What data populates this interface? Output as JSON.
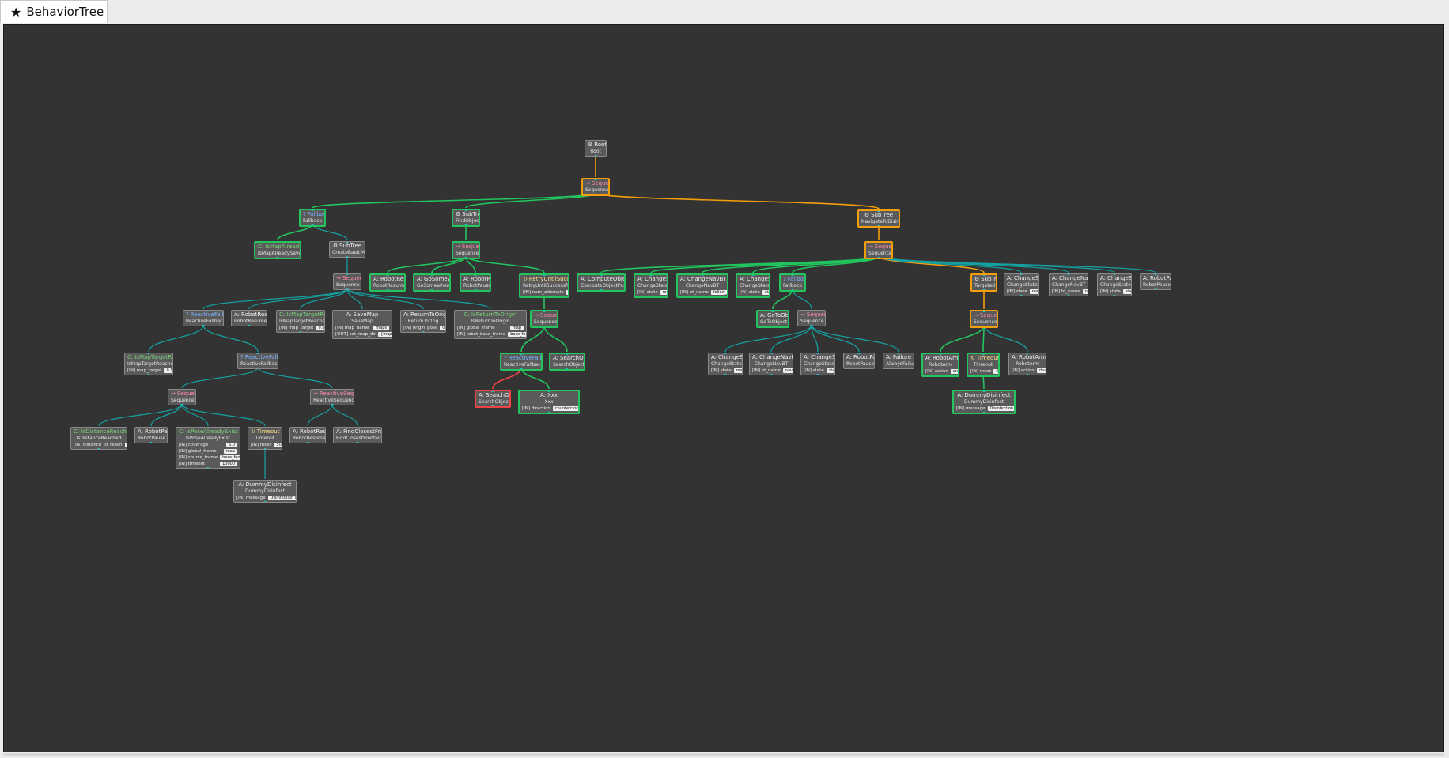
{
  "tab": {
    "icon": "star-icon",
    "glyph": "★",
    "label": "BehaviorTree"
  },
  "colors": {
    "edge_success": "#22c55e",
    "edge_running": "#f59e0b",
    "edge_failure": "#ef4444",
    "edge_idle": "#14a3a3",
    "canvas_background": "#333333",
    "node_background": "#5a5a5a",
    "port": "#19d3d3"
  },
  "nodes": [
    {
      "id": "root",
      "kind": "root",
      "head": "Root",
      "sub": "Root",
      "status": "idle"
    },
    {
      "id": "seq_main",
      "kind": "control",
      "head": "Sequence",
      "sub": "Sequence",
      "status": "running"
    },
    {
      "id": "fallback1",
      "kind": "fallback",
      "head": "Fallback",
      "sub": "Fallback",
      "status": "success"
    },
    {
      "id": "st_find",
      "kind": "subtree",
      "head": "SubTree",
      "sub": "FindObjects",
      "status": "success"
    },
    {
      "id": "st_nav",
      "kind": "subtree",
      "head": "SubTree",
      "sub": "NavigateToDisinfect",
      "status": "running"
    },
    {
      "id": "c_mapsaved",
      "kind": "condition",
      "head": "IsMapAlreadySaved",
      "sub": "IsMapAlreadySaved",
      "status": "success"
    },
    {
      "id": "st_createmap",
      "kind": "subtree",
      "head": "SubTree",
      "sub": "CreateBasicMap",
      "status": "idle"
    },
    {
      "id": "seq_find",
      "kind": "control",
      "head": "Sequence",
      "sub": "Sequence",
      "status": "success"
    },
    {
      "id": "seq_nav",
      "kind": "control",
      "head": "Sequence",
      "sub": "Sequence",
      "status": "running"
    },
    {
      "id": "seq_create",
      "kind": "control",
      "head": "Sequence",
      "sub": "Sequence",
      "status": "idle"
    },
    {
      "id": "a_resume_f",
      "kind": "action",
      "head": "RobotResume",
      "sub": "RobotResume",
      "status": "success"
    },
    {
      "id": "a_goso",
      "kind": "action",
      "head": "GoSomewhere",
      "sub": "GoSomewhere",
      "status": "success"
    },
    {
      "id": "a_pause_f",
      "kind": "action",
      "head": "RobotPause",
      "sub": "RobotPause",
      "status": "success"
    },
    {
      "id": "d_retry",
      "kind": "decorator",
      "head": "RetryUntilSuccessful",
      "sub": "RetryUntilSuccessful",
      "status": "success",
      "params": [
        {
          "k": "[IN] num_attempts",
          "v": "4"
        }
      ]
    },
    {
      "id": "a_cop",
      "kind": "action",
      "head": "ComputeObjectPose",
      "sub": "ComputeObjectPose",
      "status": "success"
    },
    {
      "id": "a_cs1",
      "kind": "action",
      "head": "ChangeState",
      "sub": "ChangeState",
      "status": "success",
      "params": [
        {
          "k": "[IN] state",
          "v": "reset"
        }
      ]
    },
    {
      "id": "a_cnbt1",
      "kind": "action",
      "head": "ChangeNavBT",
      "sub": "ChangeNavBT",
      "status": "success",
      "params": [
        {
          "k": "[IN] bt_name",
          "v": "follow_point"
        }
      ]
    },
    {
      "id": "a_cs2",
      "kind": "action",
      "head": "ChangeState",
      "sub": "ChangeState",
      "status": "success",
      "params": [
        {
          "k": "[IN] state",
          "v": "start"
        }
      ]
    },
    {
      "id": "fb_goto",
      "kind": "fallback",
      "head": "Fallback",
      "sub": "Fallback",
      "status": "success"
    },
    {
      "id": "st_target",
      "kind": "subtree",
      "head": "SubTree",
      "sub": "Targeted",
      "status": "running"
    },
    {
      "id": "a_cs3",
      "kind": "action",
      "head": "ChangeState",
      "sub": "ChangeState",
      "status": "idle",
      "params": [
        {
          "k": "[IN] state",
          "v": "reset"
        }
      ]
    },
    {
      "id": "a_cnbt2",
      "kind": "action",
      "head": "ChangeNavBT",
      "sub": "ChangeNavBT",
      "status": "idle",
      "params": [
        {
          "k": "[IN] bt_name",
          "v": "nav_bt"
        }
      ]
    },
    {
      "id": "a_cs4",
      "kind": "action",
      "head": "ChangeState",
      "sub": "ChangeState",
      "status": "idle",
      "params": [
        {
          "k": "[IN] state",
          "v": "start"
        }
      ]
    },
    {
      "id": "a_pause_n",
      "kind": "action",
      "head": "RobotPause",
      "sub": "RobotPause",
      "status": "idle"
    },
    {
      "id": "rf1",
      "kind": "fallback",
      "head": "ReactiveFallback",
      "sub": "ReactiveFallback",
      "status": "idle"
    },
    {
      "id": "a_resume_c",
      "kind": "action",
      "head": "RobotResume",
      "sub": "RobotResume",
      "status": "idle"
    },
    {
      "id": "c_target1",
      "kind": "condition",
      "head": "IsMapTargetReached",
      "sub": "IsMapTargetReached",
      "status": "idle",
      "params": [
        {
          "k": "[IN] map_target",
          "v": "0.50"
        }
      ]
    },
    {
      "id": "a_savemap",
      "kind": "action",
      "head": "SaveMap",
      "sub": "SaveMap",
      "status": "idle",
      "params": [
        {
          "k": "[IN] map_name",
          "v": "maps"
        },
        {
          "k": "[OUT] set_map_dir",
          "v": "{map_dir}"
        }
      ]
    },
    {
      "id": "a_rto",
      "kind": "action",
      "head": "ReturnToOrig",
      "sub": "ReturnToOrig",
      "status": "idle",
      "params": [
        {
          "k": "[IN] origin_pose",
          "v": "0;0;0"
        }
      ]
    },
    {
      "id": "c_retorig",
      "kind": "condition",
      "head": "IsReturnToOrigin",
      "sub": "IsReturnToOrigin",
      "status": "idle",
      "params": [
        {
          "k": "[IN] global_frame",
          "v": "map"
        },
        {
          "k": "[IN] robot_base_frame",
          "v": "base_footprint"
        }
      ]
    },
    {
      "id": "seq_retry",
      "kind": "control",
      "head": "Sequence",
      "sub": "Sequence",
      "status": "success"
    },
    {
      "id": "a_gotoobj",
      "kind": "action",
      "head": "GoToObject",
      "sub": "GoToObject",
      "status": "success"
    },
    {
      "id": "seq_goto",
      "kind": "control",
      "head": "Sequence",
      "sub": "Sequence",
      "status": "idle"
    },
    {
      "id": "seq_target",
      "kind": "control",
      "head": "Sequence",
      "sub": "Sequence",
      "status": "running"
    },
    {
      "id": "c_target2",
      "kind": "condition",
      "head": "IsMapTargetReached",
      "sub": "IsMapTargetReached",
      "status": "idle",
      "params": [
        {
          "k": "[IN] map_target",
          "v": "0.1"
        }
      ]
    },
    {
      "id": "rf2",
      "kind": "fallback",
      "head": "ReactiveFallback",
      "sub": "ReactiveFallback",
      "status": "idle"
    },
    {
      "id": "rf_search",
      "kind": "fallback",
      "head": "ReactiveFallback",
      "sub": "ReactiveFallback",
      "status": "success"
    },
    {
      "id": "a_search1",
      "kind": "action",
      "head": "SearchObject",
      "sub": "SearchObject",
      "status": "success"
    },
    {
      "id": "a_cs5",
      "kind": "action",
      "head": "ChangeState",
      "sub": "ChangeState",
      "status": "idle",
      "params": [
        {
          "k": "[IN] state",
          "v": "reset"
        }
      ]
    },
    {
      "id": "a_cnbt3",
      "kind": "action",
      "head": "ChangeNavBT",
      "sub": "ChangeNavBT",
      "status": "idle",
      "params": [
        {
          "k": "[IN] bt_name",
          "v": "nav_bt"
        }
      ]
    },
    {
      "id": "a_cs6",
      "kind": "action",
      "head": "ChangeState",
      "sub": "ChangeState",
      "status": "idle",
      "params": [
        {
          "k": "[IN] state",
          "v": "start"
        }
      ]
    },
    {
      "id": "a_pause_g",
      "kind": "action",
      "head": "RobotPause",
      "sub": "RobotPause",
      "status": "idle"
    },
    {
      "id": "a_alwaysfail",
      "kind": "action",
      "head": "Failure",
      "sub": "AlwaysFailure",
      "status": "idle"
    },
    {
      "id": "a_arm_en",
      "kind": "action",
      "head": "RobotArm",
      "sub": "RobotArm",
      "status": "success",
      "params": [
        {
          "k": "[IN] action",
          "v": "enable"
        }
      ]
    },
    {
      "id": "d_timeout_t",
      "kind": "decorator",
      "head": "Timeout",
      "sub": "Timeout",
      "status": "success",
      "params": [
        {
          "k": "[IN] msec",
          "v": "5000"
        }
      ]
    },
    {
      "id": "a_arm_dis",
      "kind": "action",
      "head": "RobotArm",
      "sub": "RobotArm",
      "status": "idle",
      "params": [
        {
          "k": "[IN] action",
          "v": "disable"
        }
      ]
    },
    {
      "id": "seq_cov",
      "kind": "control",
      "head": "Sequence",
      "sub": "Sequence",
      "status": "idle"
    },
    {
      "id": "rs",
      "kind": "control",
      "head": "ReactiveSequence",
      "sub": "ReactiveSequence",
      "status": "idle"
    },
    {
      "id": "a_search2",
      "kind": "action",
      "head": "SearchObject",
      "sub": "SearchObject",
      "status": "failure"
    },
    {
      "id": "a_xx",
      "kind": "action",
      "head": "Xxx",
      "sub": "Xxx",
      "status": "success",
      "params": [
        {
          "k": "[IN] direction",
          "v": "counterclockwise"
        }
      ]
    },
    {
      "id": "a_dd1",
      "kind": "action",
      "head": "DummyDisinfect",
      "sub": "DummyDisinfect",
      "status": "success",
      "params": [
        {
          "k": "[IN] message",
          "v": "Disinfection Mode!"
        }
      ]
    },
    {
      "id": "c_dist",
      "kind": "condition",
      "head": "IsDistanceReached",
      "sub": "IsDistanceReached",
      "status": "idle",
      "params": [
        {
          "k": "[IN] distance_to_reach",
          "v": "1.0"
        }
      ]
    },
    {
      "id": "a_pause_c",
      "kind": "action",
      "head": "RobotPause",
      "sub": "RobotPause",
      "status": "idle"
    },
    {
      "id": "c_pose",
      "kind": "condition",
      "head": "IsPoseAlreadyExist",
      "sub": "IsPoseAlreadyExist",
      "status": "idle",
      "params": [
        {
          "k": "[IN] coverage",
          "v": "5.0"
        },
        {
          "k": "[IN] global_frame",
          "v": "map"
        },
        {
          "k": "[IN] source_frame",
          "v": "base_footprint"
        },
        {
          "k": "[IN] timeout",
          "v": "10000"
        }
      ]
    },
    {
      "id": "d_timeout_c",
      "kind": "decorator",
      "head": "Timeout",
      "sub": "Timeout",
      "status": "idle",
      "params": [
        {
          "k": "[IN] msec",
          "v": "5000"
        }
      ]
    },
    {
      "id": "a_resume_r",
      "kind": "action",
      "head": "RobotResume",
      "sub": "RobotResume",
      "status": "idle"
    },
    {
      "id": "a_fcf",
      "kind": "action",
      "head": "FindClosestFrontier",
      "sub": "FindClosestFrontier",
      "status": "idle"
    },
    {
      "id": "a_dd2",
      "kind": "action",
      "head": "DummyDisinfect",
      "sub": "DummyDisinfect",
      "status": "idle",
      "params": [
        {
          "k": "[IN] message",
          "v": "Disinfection Model"
        }
      ]
    }
  ],
  "edges": [
    [
      "root",
      "seq_main",
      "running"
    ],
    [
      "seq_main",
      "fallback1",
      "success"
    ],
    [
      "seq_main",
      "st_find",
      "success"
    ],
    [
      "seq_main",
      "st_nav",
      "running"
    ],
    [
      "fallback1",
      "c_mapsaved",
      "success"
    ],
    [
      "fallback1",
      "st_createmap",
      "idle"
    ],
    [
      "st_find",
      "seq_find",
      "success"
    ],
    [
      "st_nav",
      "seq_nav",
      "running"
    ],
    [
      "st_createmap",
      "seq_create",
      "idle"
    ],
    [
      "seq_find",
      "a_resume_f",
      "success"
    ],
    [
      "seq_find",
      "a_goso",
      "success"
    ],
    [
      "seq_find",
      "a_pause_f",
      "success"
    ],
    [
      "seq_find",
      "d_retry",
      "success"
    ],
    [
      "seq_nav",
      "a_cop",
      "success"
    ],
    [
      "seq_nav",
      "a_cs1",
      "success"
    ],
    [
      "seq_nav",
      "a_cnbt1",
      "success"
    ],
    [
      "seq_nav",
      "a_cs2",
      "success"
    ],
    [
      "seq_nav",
      "fb_goto",
      "success"
    ],
    [
      "seq_nav",
      "st_target",
      "running"
    ],
    [
      "seq_nav",
      "a_cs3",
      "idle"
    ],
    [
      "seq_nav",
      "a_cnbt2",
      "idle"
    ],
    [
      "seq_nav",
      "a_cs4",
      "idle"
    ],
    [
      "seq_nav",
      "a_pause_n",
      "idle"
    ],
    [
      "seq_create",
      "rf1",
      "idle"
    ],
    [
      "seq_create",
      "a_resume_c",
      "idle"
    ],
    [
      "seq_create",
      "c_target1",
      "idle"
    ],
    [
      "seq_create",
      "a_savemap",
      "idle"
    ],
    [
      "seq_create",
      "a_rto",
      "idle"
    ],
    [
      "seq_create",
      "c_retorig",
      "idle"
    ],
    [
      "d_retry",
      "seq_retry",
      "success"
    ],
    [
      "fb_goto",
      "a_gotoobj",
      "success"
    ],
    [
      "fb_goto",
      "seq_goto",
      "idle"
    ],
    [
      "st_target",
      "seq_target",
      "running"
    ],
    [
      "rf1",
      "c_target2",
      "idle"
    ],
    [
      "rf1",
      "rf2",
      "idle"
    ],
    [
      "seq_retry",
      "rf_search",
      "success"
    ],
    [
      "seq_retry",
      "a_search1",
      "success"
    ],
    [
      "seq_goto",
      "a_cs5",
      "idle"
    ],
    [
      "seq_goto",
      "a_cnbt3",
      "idle"
    ],
    [
      "seq_goto",
      "a_cs6",
      "idle"
    ],
    [
      "seq_goto",
      "a_pause_g",
      "idle"
    ],
    [
      "seq_goto",
      "a_alwaysfail",
      "idle"
    ],
    [
      "seq_target",
      "a_arm_en",
      "success"
    ],
    [
      "seq_target",
      "d_timeout_t",
      "success"
    ],
    [
      "seq_target",
      "a_arm_dis",
      "idle"
    ],
    [
      "rf2",
      "seq_cov",
      "idle"
    ],
    [
      "rf2",
      "rs",
      "idle"
    ],
    [
      "rf_search",
      "a_search2",
      "failure"
    ],
    [
      "rf_search",
      "a_xx",
      "success"
    ],
    [
      "d_timeout_t",
      "a_dd1",
      "success"
    ],
    [
      "seq_cov",
      "c_dist",
      "idle"
    ],
    [
      "seq_cov",
      "a_pause_c",
      "idle"
    ],
    [
      "seq_cov",
      "c_pose",
      "idle"
    ],
    [
      "seq_cov",
      "d_timeout_c",
      "idle"
    ],
    [
      "rs",
      "a_resume_r",
      "idle"
    ],
    [
      "rs",
      "a_fcf",
      "idle"
    ],
    [
      "d_timeout_c",
      "a_dd2",
      "idle"
    ]
  ]
}
